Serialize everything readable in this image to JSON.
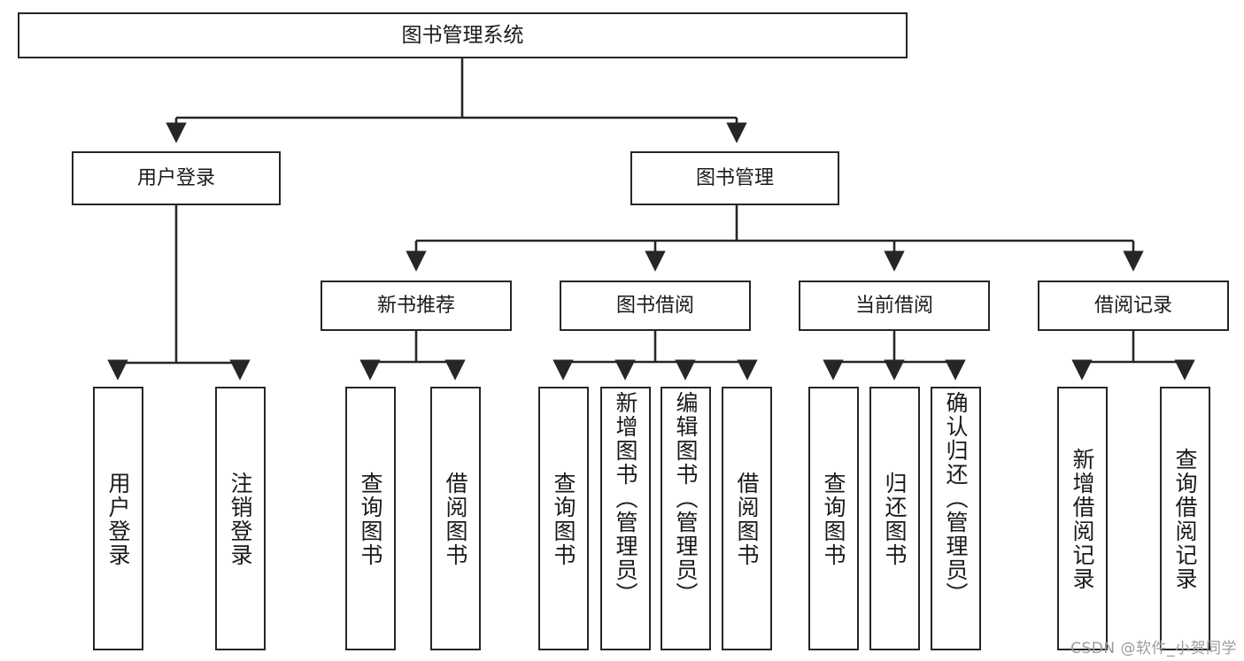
{
  "diagram": {
    "title": "图书管理系统",
    "type": "tree-hierarchy-chart",
    "watermark": "CSDN @软件_小贺同学",
    "colors": {
      "box_border": "#262626",
      "box_fill": "#ffffff",
      "edge": "#262626",
      "text": "#1a1a1a",
      "watermark": "#9b9b9b",
      "background": "#ffffff"
    },
    "levels": {
      "root": "图书管理系统",
      "level2": [
        "用户登录",
        "图书管理"
      ],
      "level3": [
        "新书推荐",
        "图书借阅",
        "当前借阅",
        "借阅记录"
      ]
    }
  },
  "nodes": {
    "root": {
      "label": "图书管理系统"
    },
    "user_login": {
      "label": "用户登录"
    },
    "book_manage": {
      "label": "图书管理"
    },
    "new_book_rec": {
      "label": "新书推荐"
    },
    "book_borrow": {
      "label": "图书借阅"
    },
    "current_borrow": {
      "label": "当前借阅"
    },
    "borrow_record": {
      "label": "借阅记录"
    },
    "leaf_user_login": {
      "label": "用户登录"
    },
    "leaf_logout": {
      "label": "注销登录"
    },
    "leaf_query_book_1": {
      "label": "查询图书"
    },
    "leaf_borrow_book_1": {
      "label": "借阅图书"
    },
    "leaf_query_book_2": {
      "label": "查询图书"
    },
    "leaf_add_book_admin": {
      "label": "新增图书（管理员）"
    },
    "leaf_edit_book_admin": {
      "label": "编辑图书（管理员）"
    },
    "leaf_borrow_book_2": {
      "label": "借阅图书"
    },
    "leaf_query_book_3": {
      "label": "查询图书"
    },
    "leaf_return_book": {
      "label": "归还图书"
    },
    "leaf_confirm_return_admin": {
      "label": "确认归还（管理员）"
    },
    "leaf_add_record": {
      "label": "新增借阅记录"
    },
    "leaf_query_record": {
      "label": "查询借阅记录"
    }
  }
}
